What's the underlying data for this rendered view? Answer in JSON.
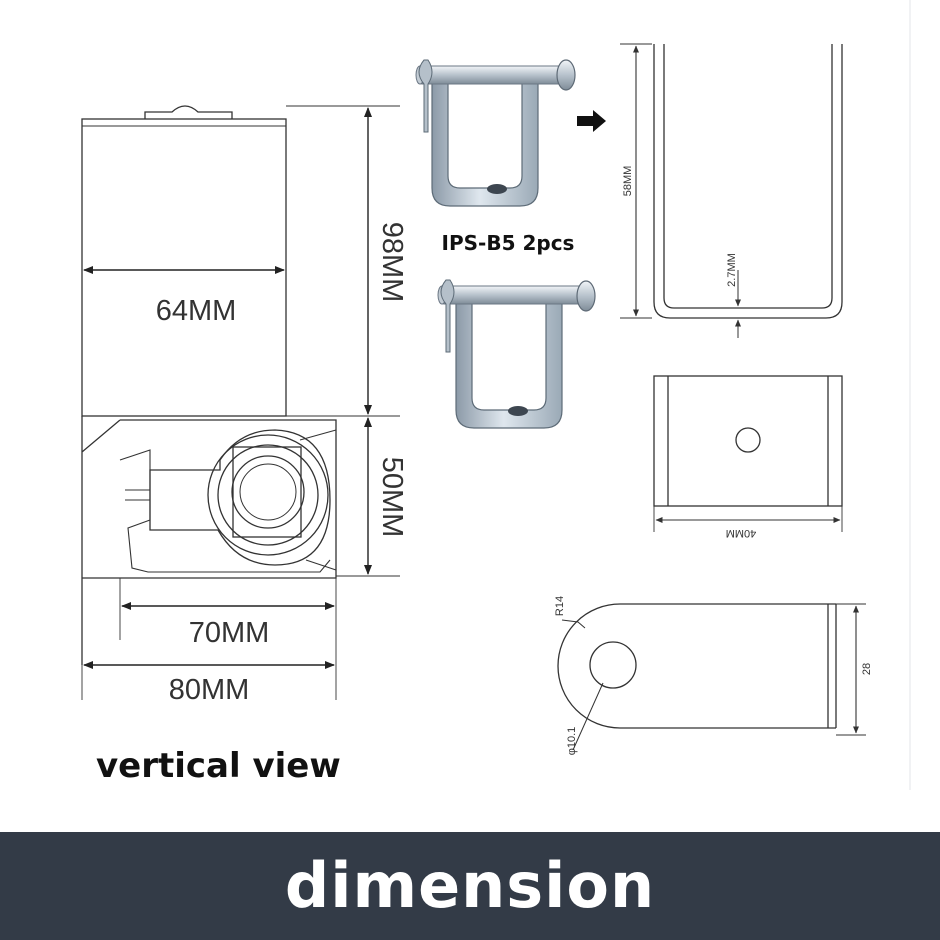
{
  "front_view": {
    "height_top": "98MM",
    "width_top": "64MM",
    "height_bottom": "50MM",
    "width_base": "70MM",
    "width_overall": "80MM",
    "caption": "vertical view"
  },
  "bracket_photos": {
    "label": "IPS-B5 2pcs"
  },
  "bracket_side_drawing": {
    "height": "58MM",
    "thickness": "2.7MM"
  },
  "bracket_top_drawing": {
    "width": "40MM"
  },
  "tab_drawing": {
    "radius": "R14",
    "hole_diameter": "φ10.1",
    "height": "28"
  },
  "banner": {
    "title": "dimension"
  },
  "colors": {
    "banner_bg": "#333b47",
    "banner_text": "#ffffff",
    "line": "#333333",
    "metal": "#b8c6d2"
  }
}
